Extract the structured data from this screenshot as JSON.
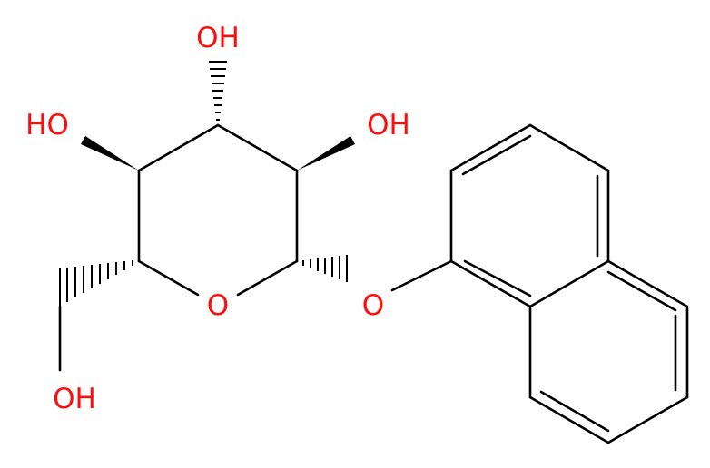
{
  "molecule": {
    "atom_labels": {
      "oh_top": "OH",
      "oh_left": "HO",
      "oh_right": "OH",
      "o_ring": "O",
      "o_link": "O",
      "oh_bottom": "OH"
    }
  },
  "colors": {
    "bond": "#000000",
    "heteroatom": "#ff0d0d",
    "background": "#ffffff"
  }
}
